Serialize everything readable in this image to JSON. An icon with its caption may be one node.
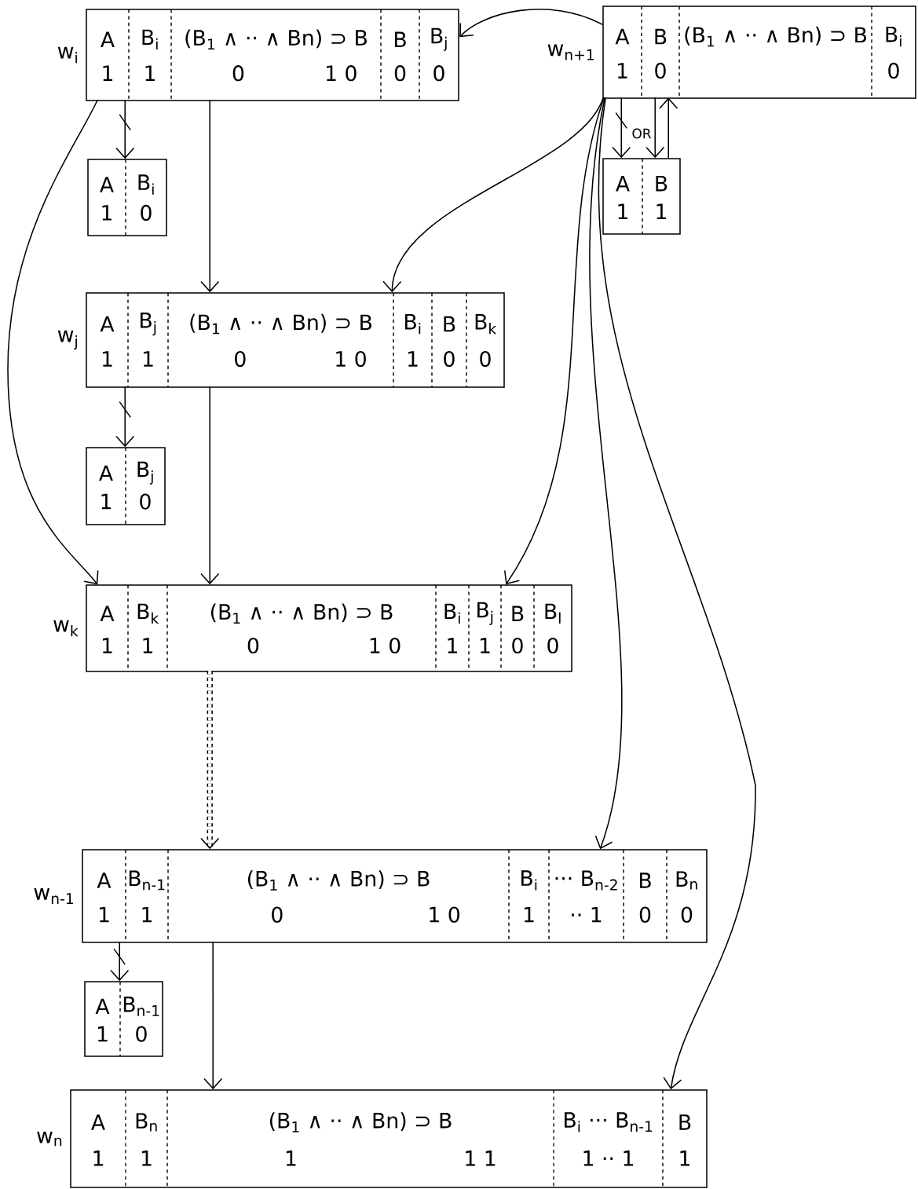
{
  "diagram": {
    "nodes": [
      {
        "text": [
          "A",
          "1",
          "B$_{i}$",
          "1",
          "(B$_{1}$ ∧ ·· ∧ Bn) ⊃ B",
          "0",
          "1 0",
          "B",
          "0",
          "B$_{j}$",
          "0"
        ],
        "beside": [
          "w$_{i}$"
        ]
      },
      {
        "text": [
          "A",
          "1",
          "B",
          "0",
          "(B$_{1}$ ∧ ·· ∧ Bn) ⊃ B",
          "B$_{i}$",
          "0"
        ],
        "beside": [
          "w$_{n+1}$"
        ]
      },
      {
        "text": [
          "A",
          "1",
          "B$_{i}$",
          "0"
        ]
      },
      {
        "text": [
          "A",
          "1",
          "B",
          "1"
        ]
      },
      {
        "text": [
          "A",
          "1",
          "B$_{j}$",
          "1",
          "(B$_{1}$ ∧ ·· ∧ Bn) ⊃ B",
          "0",
          "1 0",
          "B$_{i}$",
          "1",
          "B",
          "0",
          "B$_{k}$",
          "0"
        ],
        "beside": [
          "w$_{j}$"
        ]
      },
      {
        "text": [
          "A",
          "1",
          "B$_{j}$",
          "0"
        ]
      },
      {
        "text": [
          "A",
          "1",
          "B$_{k}$",
          "1",
          "(B$_{1}$ ∧ ·· ∧ Bn) ⊃ B",
          "0",
          "1 0",
          "B$_{i}$",
          "1",
          "B$_{j}$",
          "1",
          "B",
          "0",
          "B$_{l}$",
          "0"
        ],
        "beside": [
          "w$_{k}$"
        ]
      },
      {
        "text": [
          "A",
          "1",
          "B$_{n-1}$",
          "1",
          "(B$_{1}$ ∧ ·· ∧ Bn) ⊃ B",
          "0",
          "1 0",
          "B$_{i}$",
          "1",
          "··· B$_{n-2}$",
          "·· 1",
          "B",
          "0",
          "B$_{n}$",
          "0"
        ],
        "beside": [
          "w$_{n-1}$"
        ]
      },
      {
        "text": [
          "A",
          "1",
          "B$_{n-1}$",
          "0"
        ]
      },
      {
        "text": [
          "A",
          "1",
          "B$_{n}$",
          "1",
          "(B$_{1}$ ∧ ·· ∧ Bn) ⊃ B",
          "1",
          "1 1",
          "B$_{i}$ ··· B$_{n-1}$",
          "1 ·· 1",
          "B",
          "1"
        ],
        "beside": [
          "w$_{n}$"
        ]
      }
    ],
    "edges": [
      {
        "from": 1,
        "to": 0,
        "arrow": "to"
      },
      {
        "from": 0,
        "to": 2,
        "arrow": "to"
      },
      {
        "from": 0,
        "to": 4,
        "arrow": "to"
      },
      {
        "from": 0,
        "to": 6,
        "arrow": "to"
      },
      {
        "from": 1,
        "to": 3,
        "arrow": "to",
        "label": "OR"
      },
      {
        "from": 1,
        "to": 3,
        "arrow": "to"
      },
      {
        "from": 3,
        "to": 1,
        "arrow": "to"
      },
      {
        "from": 1,
        "to": 4,
        "arrow": "to"
      },
      {
        "from": 4,
        "to": 5,
        "arrow": "to"
      },
      {
        "from": 4,
        "to": 6,
        "arrow": "to"
      },
      {
        "from": 1,
        "to": 6,
        "arrow": "to"
      },
      {
        "from": 6,
        "to": 7,
        "arrow": "to",
        "style": "dashed"
      },
      {
        "from": 1,
        "to": 7,
        "arrow": "to"
      },
      {
        "from": 7,
        "to": 8,
        "arrow": "to"
      },
      {
        "from": 7,
        "to": 9,
        "arrow": "to"
      },
      {
        "from": 1,
        "to": 9,
        "arrow": "to"
      }
    ]
  }
}
